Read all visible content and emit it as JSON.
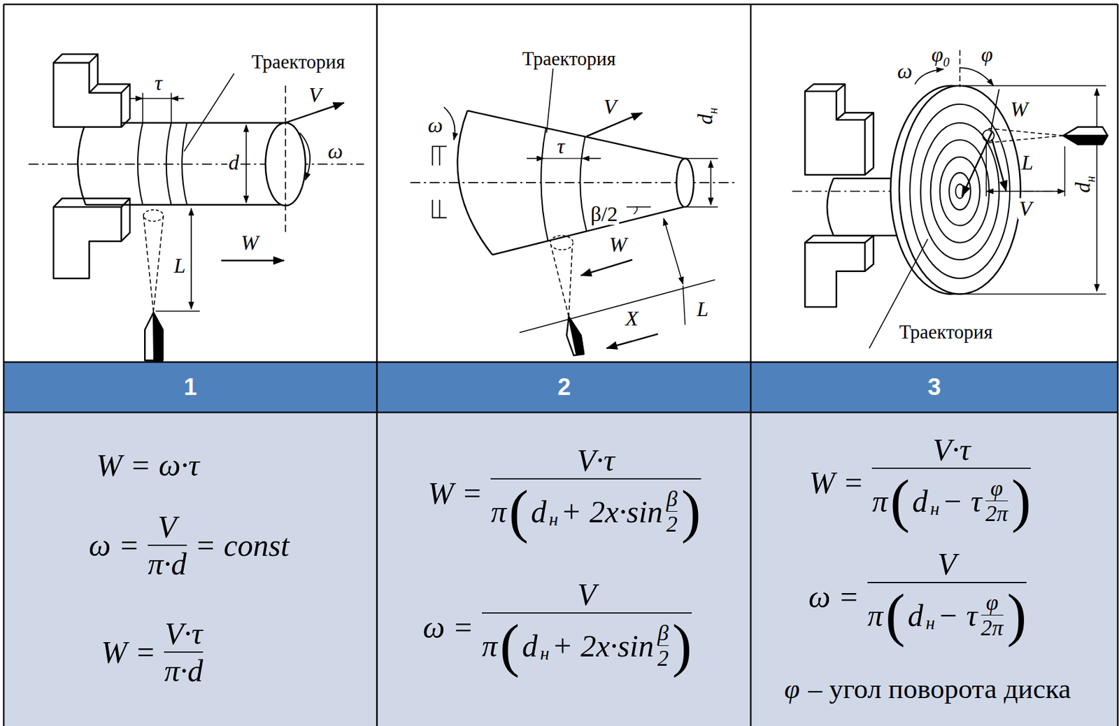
{
  "diagram": {
    "labels": [
      "Траектория",
      "τ",
      "V",
      "ω",
      "d",
      "W",
      "L",
      "Траектория",
      "ω",
      "V",
      "τ",
      "d",
      "н",
      "β/2",
      "W",
      "L",
      "X",
      "ω",
      "φ",
      "0",
      "φ",
      "W",
      "L",
      "V",
      "d",
      "н",
      "Траектория",
      "1",
      "2",
      "3",
      "W = ω·τ",
      "ω =",
      "V",
      "π·d",
      "= const",
      "W =",
      "V·τ",
      "π·d",
      "W =",
      "V·τ",
      "π",
      "(",
      "d",
      "н",
      "+ 2x·sin",
      "β",
      "2",
      ")",
      "ω =",
      "V",
      "π",
      "(",
      "d",
      "н",
      "+ 2x·sin",
      "β",
      "2",
      ")",
      "W =",
      "V·τ",
      "π",
      "(",
      "d",
      "н",
      "− τ",
      "φ",
      "2π",
      ")",
      "ω =",
      "V",
      "π",
      "(",
      "d",
      "н",
      "− τ",
      "φ",
      "2π",
      ")",
      "φ",
      "– угол поворота диска"
    ]
  }
}
